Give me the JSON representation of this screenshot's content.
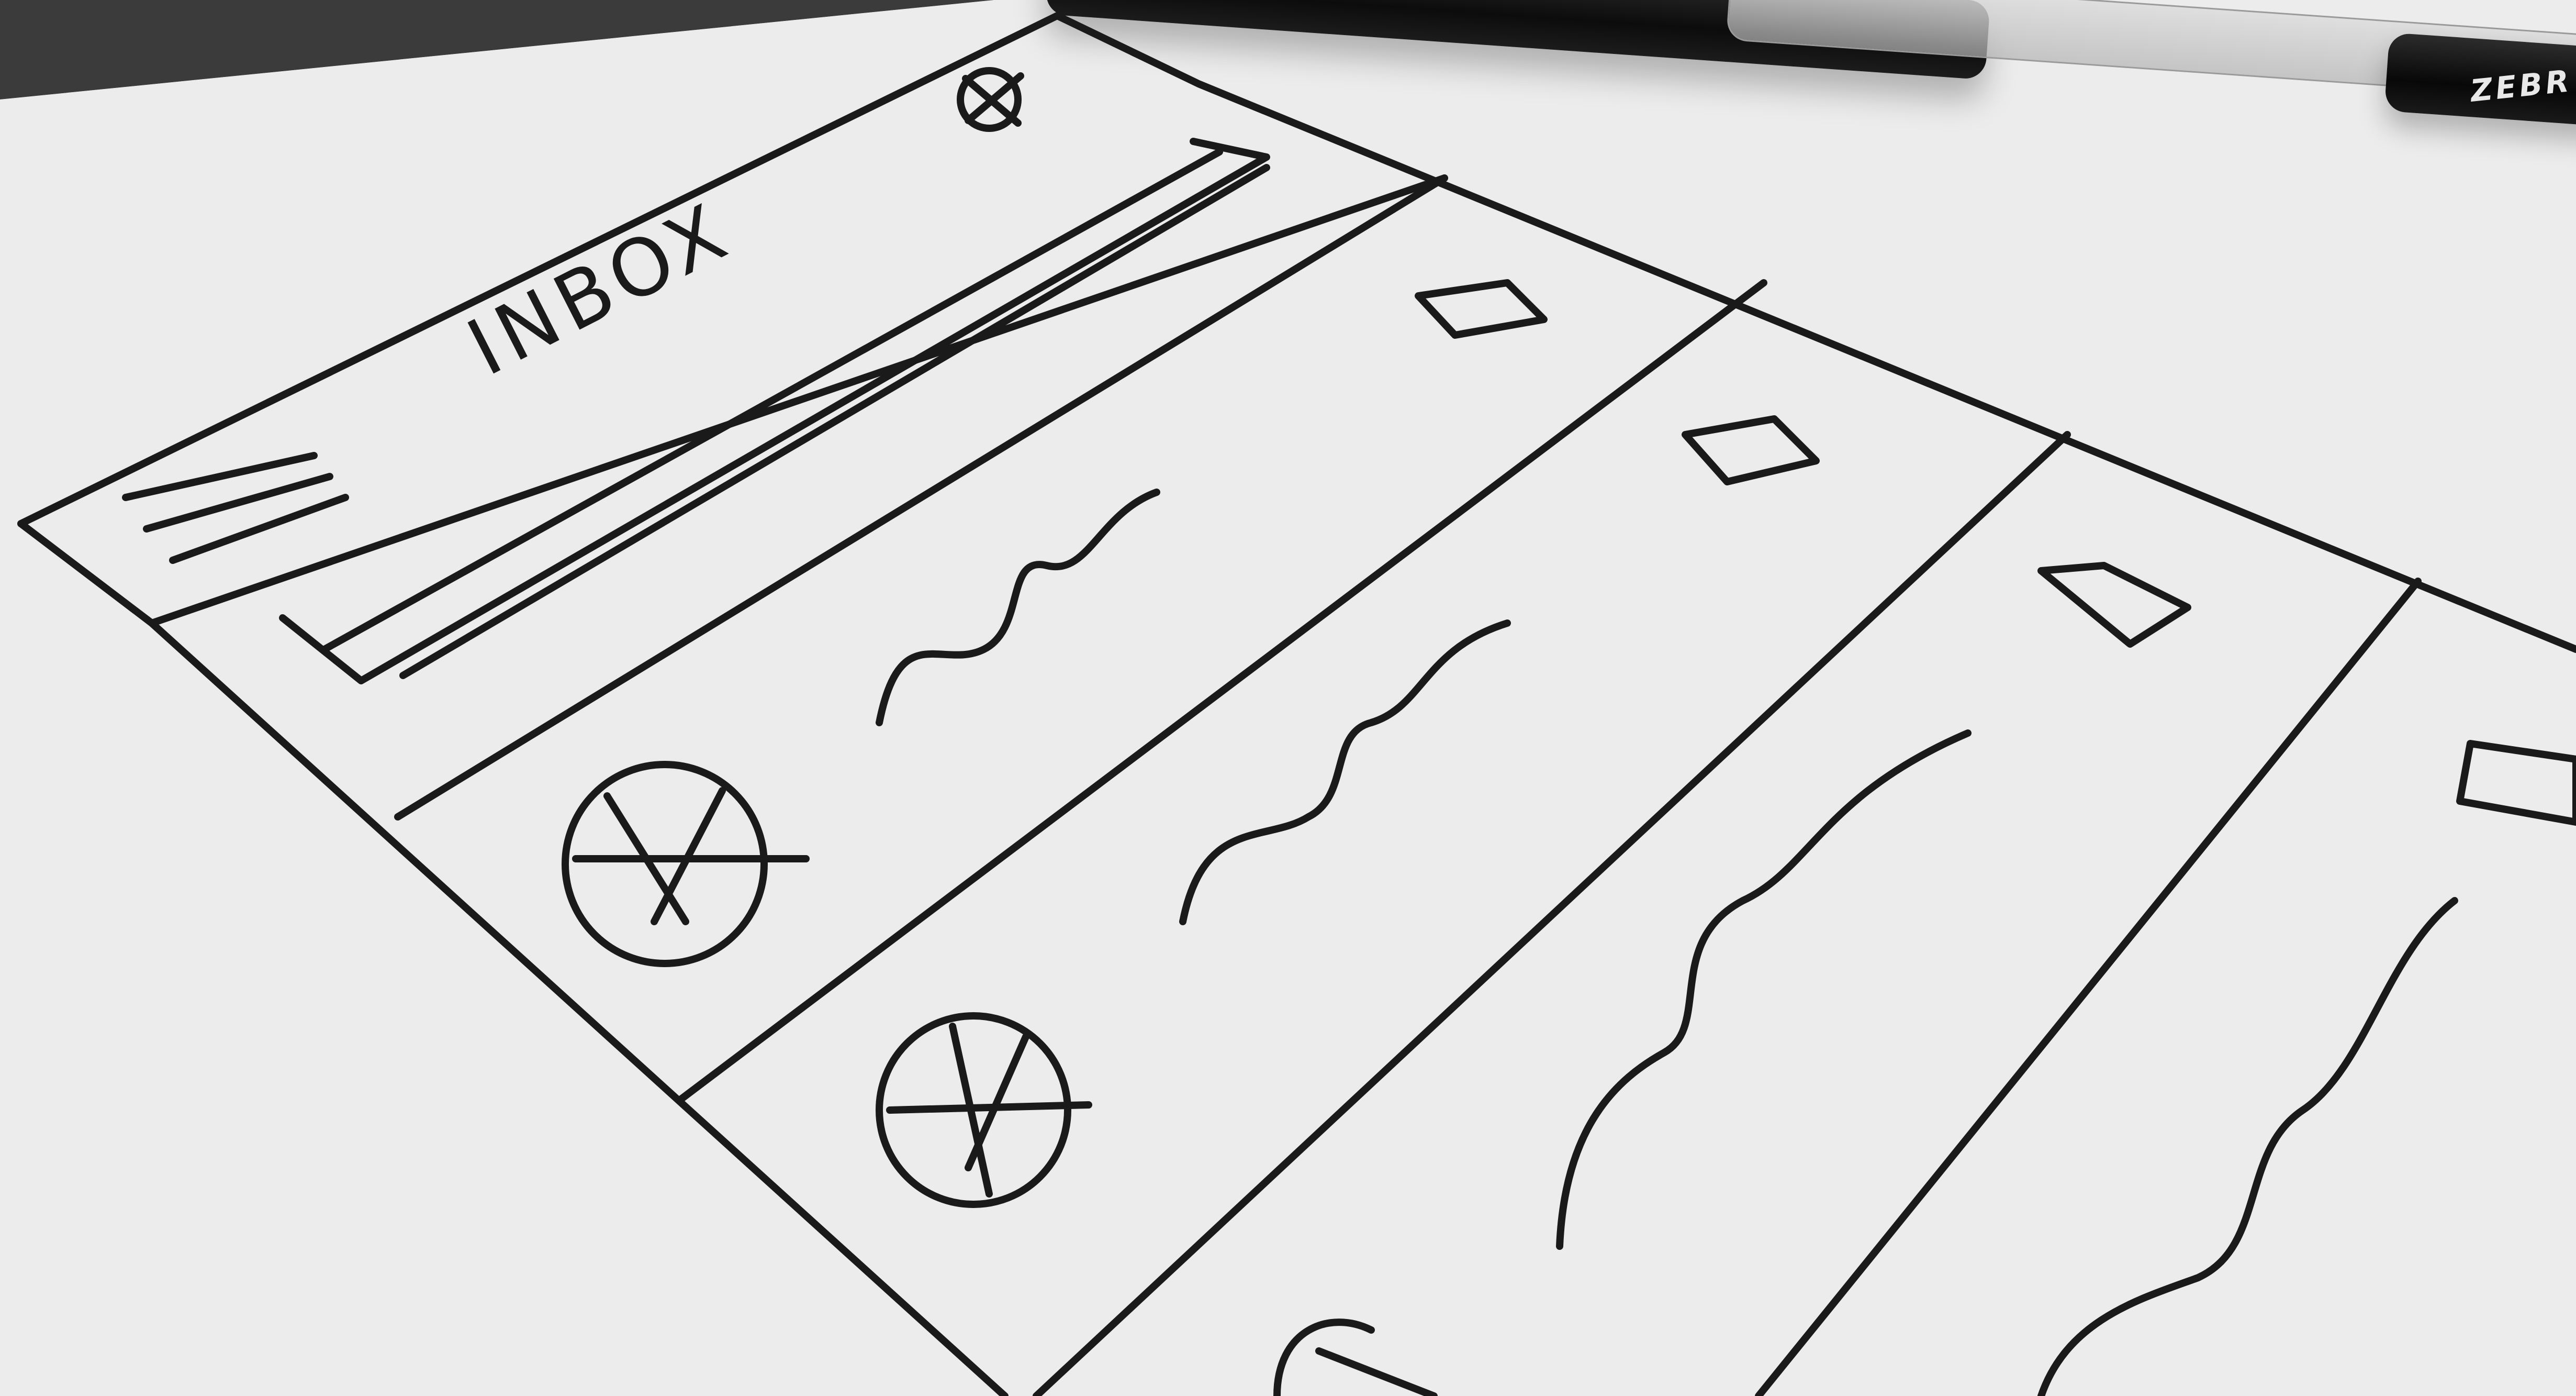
{
  "header": {
    "title": "INBOX",
    "menu_icon": "hamburger-menu-icon",
    "avatar_icon": "profile-placeholder-icon"
  },
  "search": {
    "placeholder": ""
  },
  "message_list": {
    "items": [
      {
        "avatar_icon": "image-placeholder-icon",
        "text_icon": "squiggle-text-placeholder",
        "checkbox_icon": "checkbox-icon",
        "checked": false
      },
      {
        "avatar_icon": "image-placeholder-icon",
        "text_icon": "squiggle-text-placeholder",
        "checkbox_icon": "checkbox-icon",
        "checked": false
      },
      {
        "avatar_icon": "image-placeholder-icon",
        "text_icon": "squiggle-text-placeholder",
        "checkbox_icon": "checkbox-icon",
        "checked": false
      },
      {
        "avatar_icon": "image-placeholder-icon",
        "text_icon": "squiggle-text-placeholder",
        "checkbox_icon": "checkbox-icon",
        "checked": false
      }
    ]
  },
  "pen": {
    "brand": "ZEBR"
  },
  "colors": {
    "ink": "#1a1a1a",
    "paper": "#ededed",
    "pen_barrel": "#111111"
  }
}
